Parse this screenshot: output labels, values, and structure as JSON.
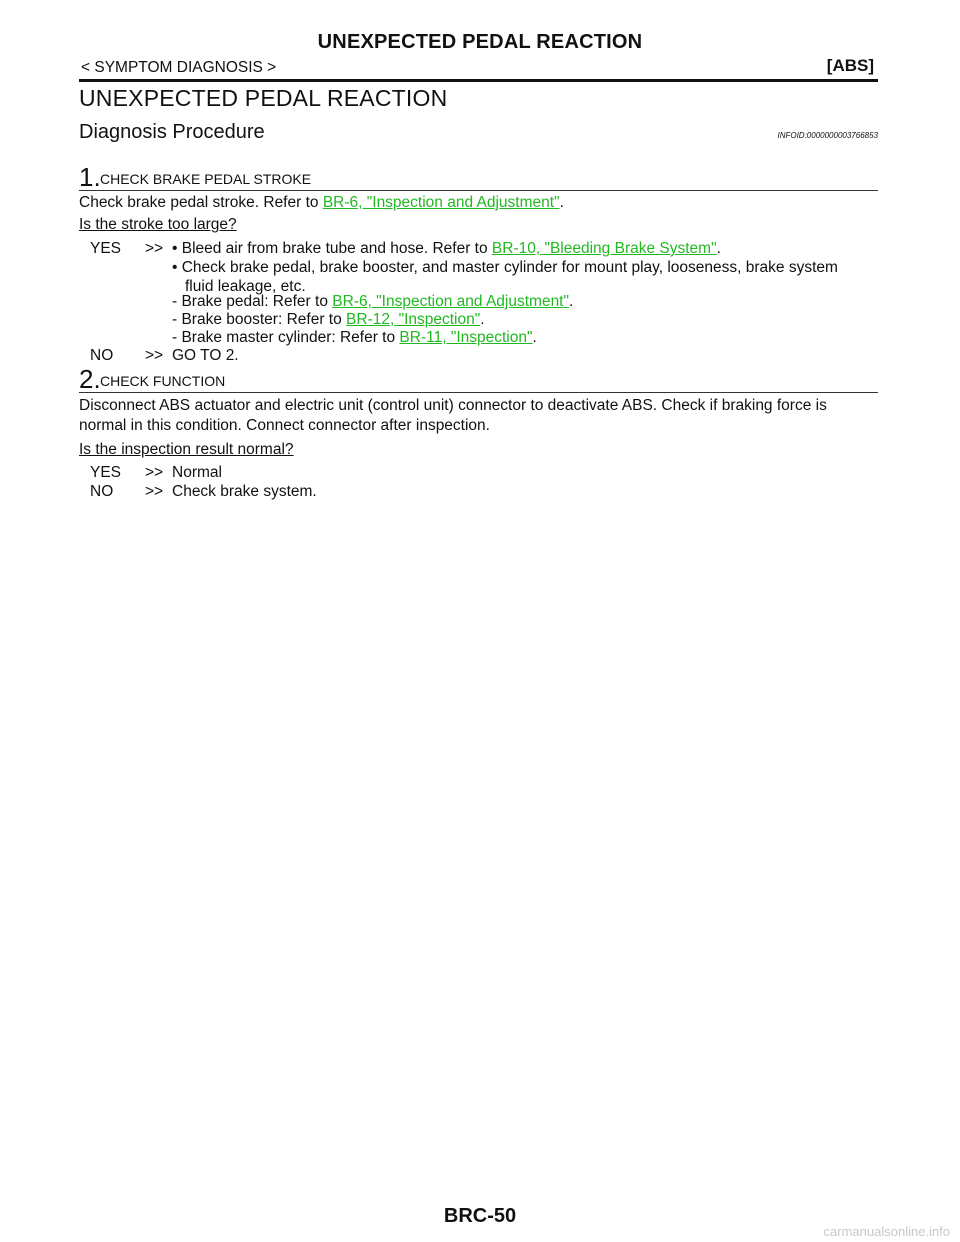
{
  "header": {
    "running_title": "UNEXPECTED PEDAL REACTION",
    "breadcrumb": "< SYMPTOM DIAGNOSIS >",
    "section_tag": "[ABS]"
  },
  "page_heading": "UNEXPECTED PEDAL REACTION",
  "procedure": {
    "title": "Diagnosis Procedure",
    "infoid": "INFOID:0000000003766853"
  },
  "step1": {
    "number": "1.",
    "title": "CHECK BRAKE PEDAL STROKE",
    "text_before": "Check brake pedal stroke. Refer to ",
    "link": "BR-6, \"Inspection and Adjustment\"",
    "text_after": ".",
    "question": "Is the stroke too large?",
    "yes_key": "YES",
    "yes_arrow": ">>",
    "yes_items": {
      "bleed_prefix": "• Bleed air from brake tube and hose. Refer to ",
      "bleed_link": "BR-10, \"Bleeding Brake System\"",
      "bleed_suffix": ".",
      "check_line1": "• Check brake pedal, brake booster, and master cylinder for mount play, looseness, brake system",
      "check_line2": "fluid leakage, etc.",
      "pedal_prefix": "- Brake pedal: Refer to ",
      "pedal_link": "BR-6, \"Inspection and Adjustment\"",
      "pedal_suffix": ".",
      "booster_prefix": "- Brake booster: Refer to ",
      "booster_link": "BR-12, \"Inspection\"",
      "booster_suffix": ".",
      "master_prefix": "- Brake master cylinder: Refer to ",
      "master_link": "BR-11, \"Inspection\"",
      "master_suffix": "."
    },
    "no_key": "NO",
    "no_arrow": ">>",
    "no_text": "GO TO 2."
  },
  "step2": {
    "number": "2.",
    "title": "CHECK FUNCTION",
    "text": "Disconnect ABS actuator and electric unit (control unit) connector to deactivate ABS. Check if braking force is normal in this condition. Connect connector after inspection.",
    "question": "Is the inspection result normal?",
    "yes_key": "YES",
    "yes_arrow": ">>",
    "yes_text": "Normal",
    "no_key": "NO",
    "no_arrow": ">>",
    "no_text": "Check brake system."
  },
  "footer": {
    "page_number": "BRC-50",
    "watermark": "carmanualsonline.info"
  },
  "colors": {
    "link": "#22b822",
    "text": "#111111"
  }
}
